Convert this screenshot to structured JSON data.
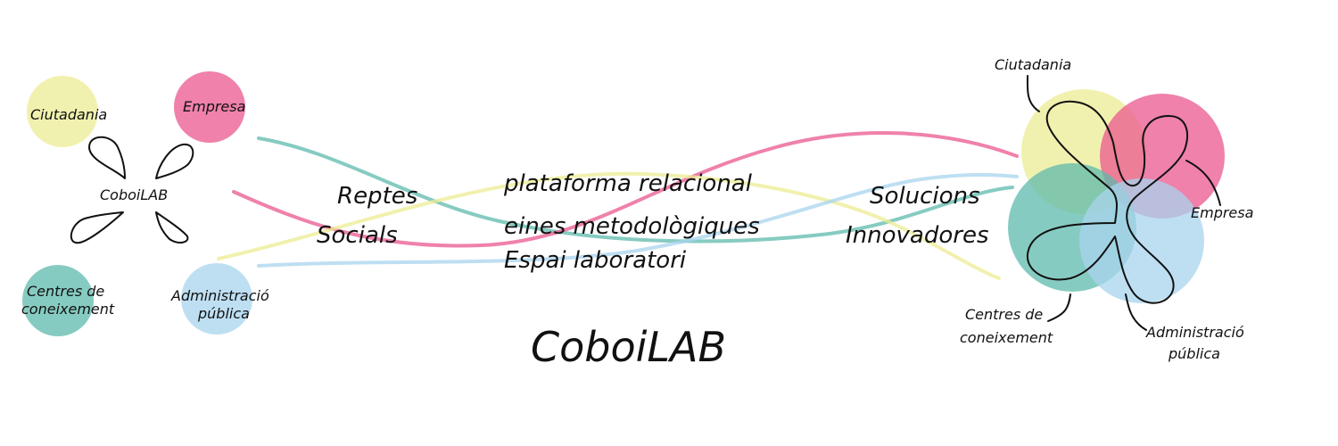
{
  "colors": {
    "yellow": "#ecec94",
    "pink": "#e9578f",
    "teal": "#5db9ac",
    "light_blue": "#a8d4ee",
    "ink": "#111111"
  },
  "left_cluster": {
    "center_label": "CoboiLAB",
    "nodes": {
      "ciutadania": "Ciutadania",
      "empresa": "Empresa",
      "centres_line1": "Centres de",
      "centres_line2": "coneixement",
      "admin_line1": "Administració",
      "admin_line2": "pública"
    }
  },
  "middle": {
    "left_text_line1": "Reptes",
    "left_text_line2": "Socials",
    "center_line1": "plataforma relacional",
    "center_line2": "eines metodològiques",
    "center_line3": "Espai laboratori",
    "right_text_line1": "Solucions",
    "right_text_line2": "Innovadores",
    "bottom_title": "CoboiLAB"
  },
  "right_cluster": {
    "labels": {
      "ciutadania": "Ciutadania",
      "empresa": "Empresa",
      "centres_line1": "Centres de",
      "centres_line2": "coneixement",
      "admin_line1": "Administració",
      "admin_line2": "pública"
    }
  }
}
